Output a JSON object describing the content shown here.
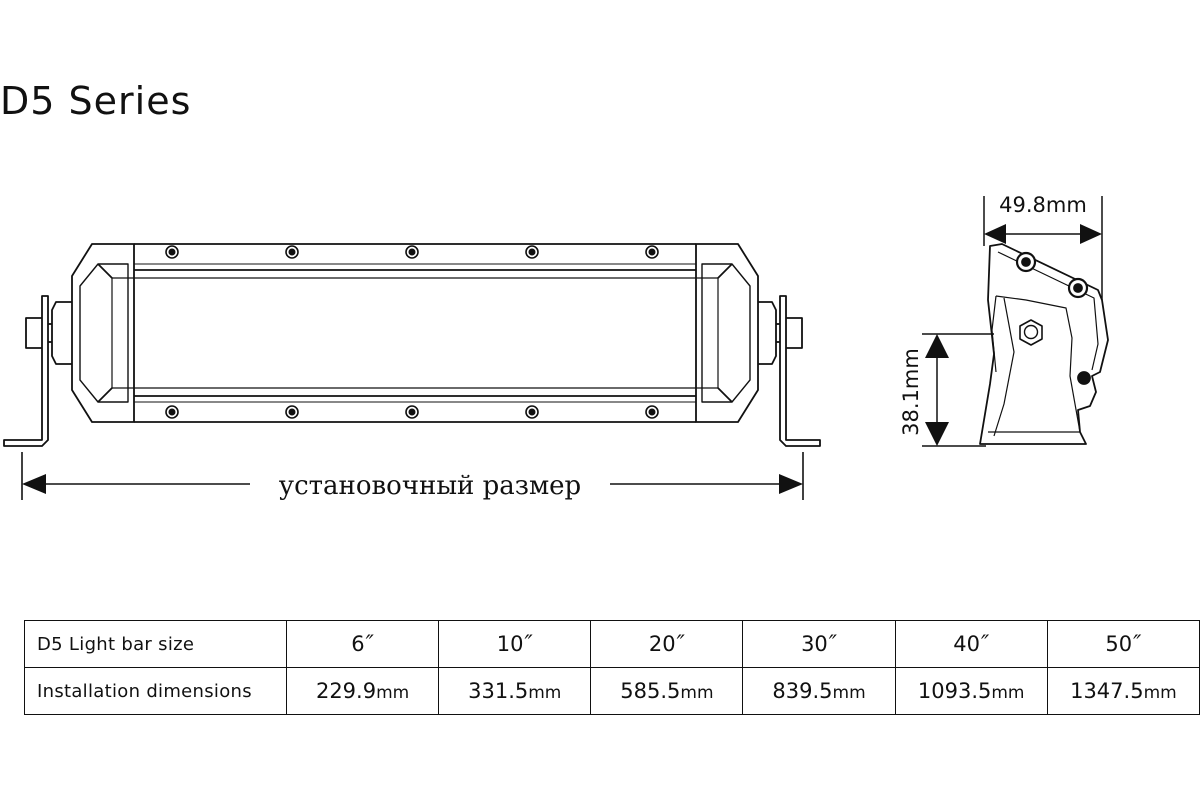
{
  "title": "D5 Series",
  "front_view": {
    "mounting_label": "установочный размер"
  },
  "side_view": {
    "width_label": "49.8mm",
    "height_label": "38.1mm"
  },
  "table": {
    "row1_label": "D5 Light bar size",
    "row2_label": "Installation dimensions",
    "inch_mark": "″",
    "columns": [
      {
        "size": "6",
        "dim": "229.9",
        "unit": "mm"
      },
      {
        "size": "10",
        "dim": "331.5",
        "unit": "mm"
      },
      {
        "size": "20",
        "dim": "585.5",
        "unit": "mm"
      },
      {
        "size": "30",
        "dim": "839.5",
        "unit": "mm"
      },
      {
        "size": "40",
        "dim": "1093.5",
        "unit": "mm"
      },
      {
        "size": "50",
        "dim": "1347.5",
        "unit": "mm"
      }
    ]
  }
}
